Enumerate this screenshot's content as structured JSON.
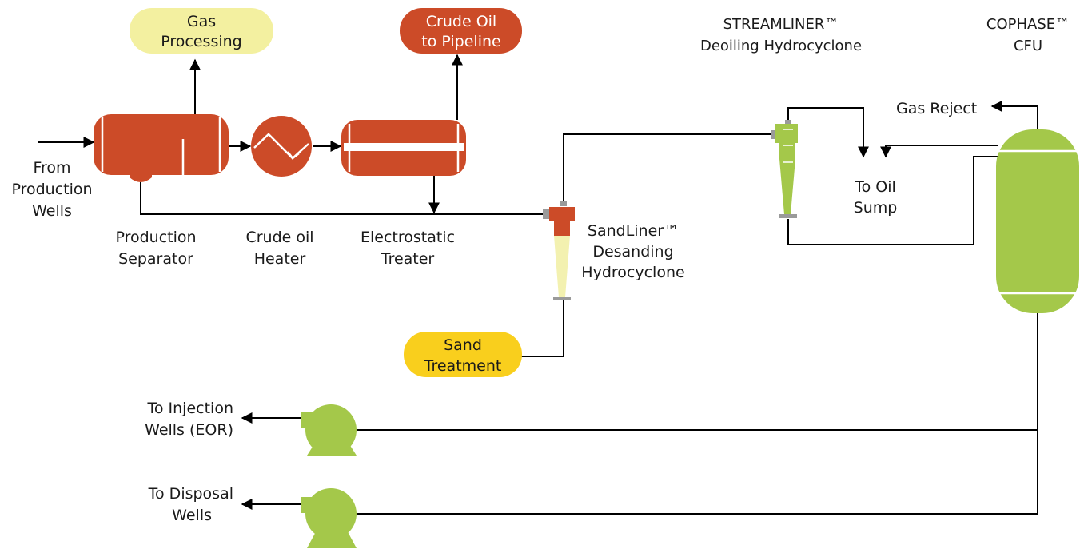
{
  "colors": {
    "vessel_orange": "#cc4b28",
    "equipment_green": "#a4c84a",
    "gas_pill": "#f3f0a0",
    "sand_pill": "#f9cf1d",
    "desander_cone": "#f3f1b0",
    "line": "#000000",
    "fitting_grey": "#9a9a9a",
    "text": "#1a1a1a"
  },
  "destinations": {
    "gas_processing": [
      "Gas",
      "Processing"
    ],
    "crude_to_pipeline": [
      "Crude Oil",
      "to Pipeline"
    ],
    "sand_treatment": [
      "Sand",
      "Treatment"
    ]
  },
  "inlet": [
    "From",
    "Production",
    "Wells"
  ],
  "equipment": {
    "production_separator": [
      "Production",
      "Separator"
    ],
    "crude_oil_heater": [
      "Crude oil",
      "Heater"
    ],
    "electrostatic_treater": [
      "Electrostatic",
      "Treater"
    ],
    "sandliner": [
      "SandLiner™",
      "Desanding",
      "Hydrocyclone"
    ],
    "streamliner": [
      "STREAMLINER™",
      "Deoiling Hydrocyclone"
    ],
    "cophase": [
      "COPHASE™",
      "CFU"
    ]
  },
  "outlets": {
    "gas_reject": "Gas Reject",
    "oil_sump": [
      "To Oil",
      "Sump"
    ],
    "injection_wells": [
      "To Injection",
      "Wells (EOR)"
    ],
    "disposal_wells": [
      "To Disposal",
      "Wells"
    ]
  }
}
